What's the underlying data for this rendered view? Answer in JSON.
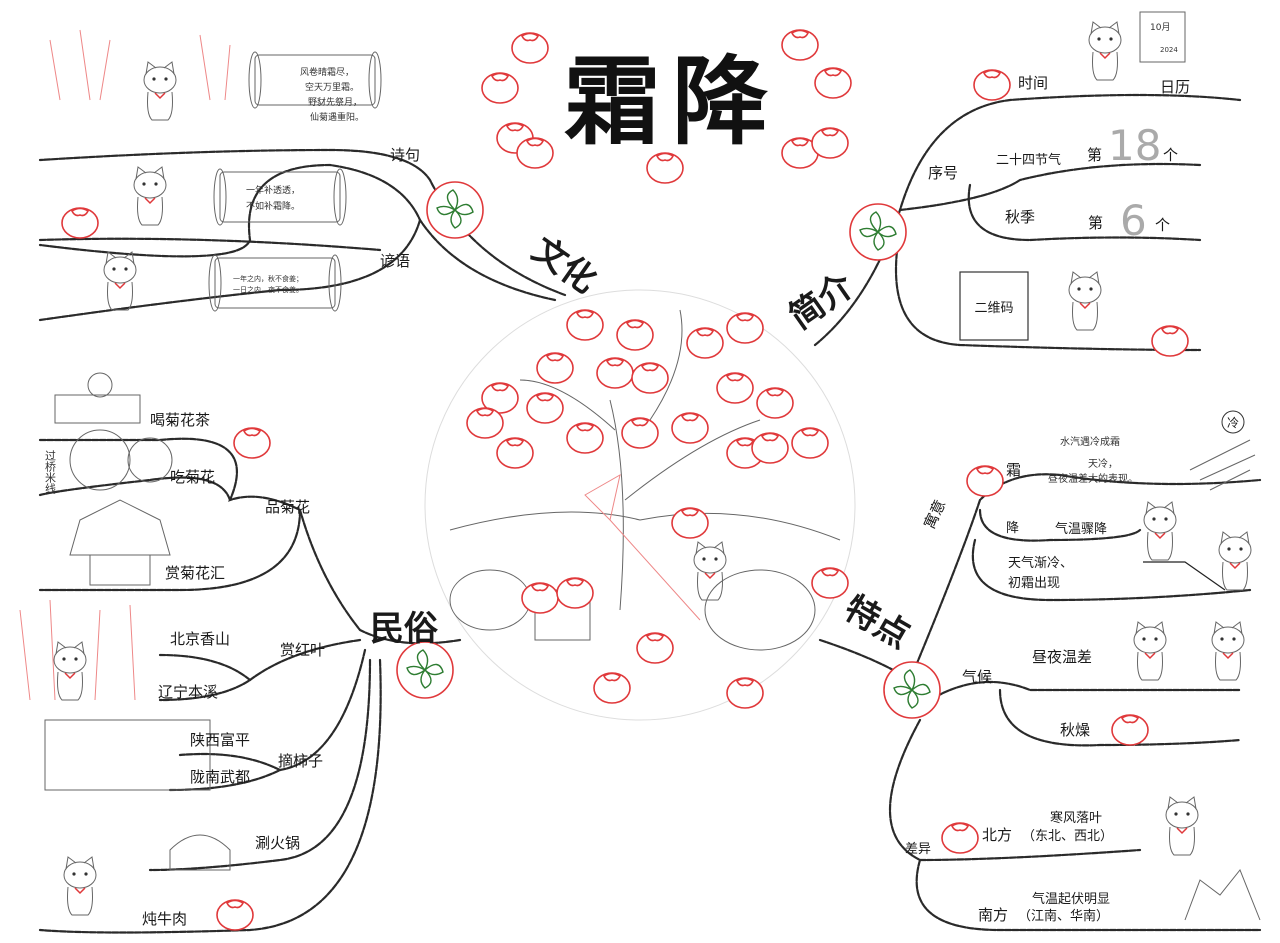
{
  "title": "霜降",
  "center": {
    "theme": "persimmon-tree-cat"
  },
  "colors": {
    "persimmon": "#e0393b",
    "leaf": "#2e7d32",
    "ink": "#1a1a1a"
  },
  "branches": {
    "culture": {
      "label": "文化",
      "poem": {
        "label": "诗句",
        "text": [
          "风卷晴霜尽，",
          "空天万里霜。",
          "野豺先祭月，",
          "仙菊遇重阳。"
        ]
      },
      "proverb": {
        "label": "谚语",
        "text1": [
          "一年补透透，",
          "不如补霜降。"
        ],
        "text2": [
          "一年之内，秋不食姜；",
          "一日之内，夜不食姜。"
        ]
      }
    },
    "intro": {
      "label": "简介",
      "time": "时间",
      "calendar": "日历",
      "calendar_icon": {
        "month": "10月",
        "year": "2024"
      },
      "order": "序号",
      "solar_terms": "二十四节气",
      "autumn": "秋季",
      "ordinal_prefix": "第",
      "ordinal_suffix": "个",
      "solar_term_number": "18",
      "autumn_number": "6",
      "qr_code": "二维码"
    },
    "customs": {
      "label": "民俗",
      "chrysanthemum": {
        "label": "品菊花",
        "items": [
          "喝菊花茶",
          "吃菊花",
          "赏菊花汇"
        ],
        "side_note": "过桥米线"
      },
      "red_leaves": {
        "label": "赏红叶",
        "items": [
          "北京香山",
          "辽宁本溪"
        ]
      },
      "persimmons": {
        "label": "摘柿子",
        "items": [
          "陕西富平",
          "陇南武都"
        ]
      },
      "hotpot": "涮火锅",
      "beef_stew": "炖牛肉"
    },
    "features": {
      "label": "特点",
      "meaning": {
        "label": "寓意",
        "frost": "霜",
        "frost_text": [
          "水汽遇冷成霜",
          "天冷，",
          "昼夜温差大的表现。"
        ],
        "fall": "降",
        "fall_text": "气温骤降",
        "fall_text2": [
          "天气渐冷、",
          "初霜出现"
        ],
        "cold_badge": "冷"
      },
      "climate": {
        "label": "气候",
        "items": [
          "昼夜温差",
          "秋燥"
        ]
      },
      "difference": {
        "label": "差异",
        "north": "北方",
        "north_regions": "（东北、西北）",
        "north_text": "寒风落叶",
        "south": "南方",
        "south_regions": "（江南、华南）",
        "south_text": "气温起伏明显"
      }
    }
  }
}
